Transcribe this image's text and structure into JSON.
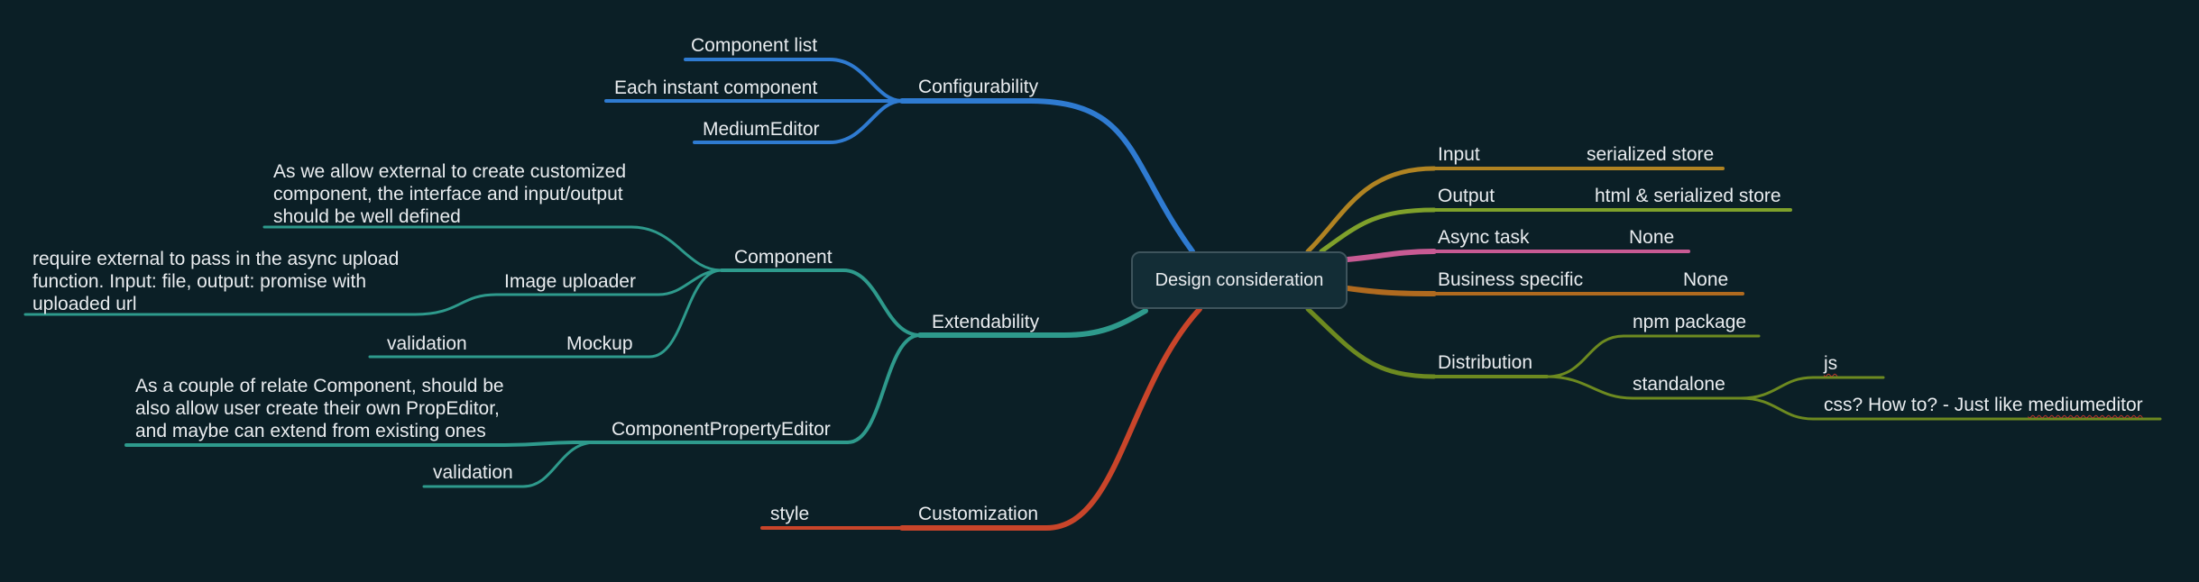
{
  "root": "Design consideration",
  "colors": {
    "background": "#0b1f26",
    "configurability": "#2f7bd1",
    "extendability": "#2e9a8c",
    "customization": "#c9452a",
    "input": "#b08322",
    "output": "#7fa12b",
    "async": "#c85a93",
    "business": "#b06a1f",
    "distribution": "#6d8a20"
  },
  "left": {
    "configurability": {
      "label": "Configurability",
      "children": [
        "Component list",
        "Each instant component",
        "MediumEditor"
      ]
    },
    "extendability": {
      "label": "Extendability",
      "component": {
        "label": "Component",
        "note": "As we allow external to create customized component, the interface and input/output should be well defined",
        "image_uploader": {
          "label": "Image uploader",
          "note": "require external to pass in the async upload function. Input: file, output: promise with uploaded url"
        },
        "mockup": {
          "label": "Mockup",
          "child": "validation"
        }
      },
      "property_editor": {
        "label": "ComponentPropertyEditor",
        "note": "As a couple of relate Component, should be also allow user create their own PropEditor, and maybe can extend from existing ones",
        "child": "validation"
      }
    },
    "customization": {
      "label": "Customization",
      "child": "style"
    }
  },
  "right": {
    "input": {
      "label": "Input",
      "child": "serialized store"
    },
    "output": {
      "label": "Output",
      "child": "html & serialized store"
    },
    "async": {
      "label": "Async task",
      "child": "None"
    },
    "business": {
      "label": "Business specific",
      "child": "None"
    },
    "distribution": {
      "label": "Distribution",
      "npm": "npm package",
      "standalone": {
        "label": "standalone",
        "js": "js",
        "css_prefix": "css? How to? - Just like ",
        "css_suffix": "mediumeditor"
      }
    }
  }
}
